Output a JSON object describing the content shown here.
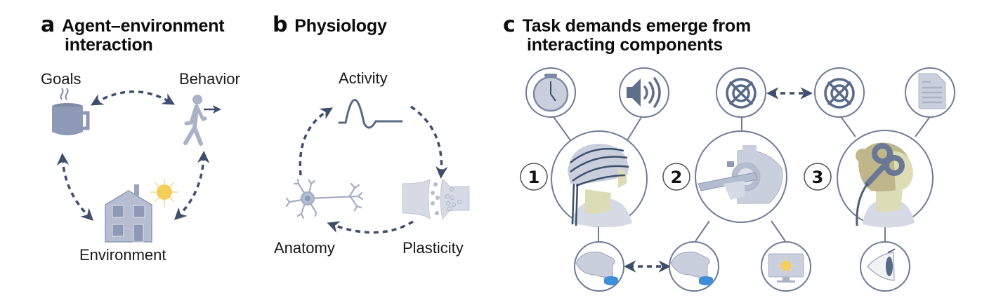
{
  "panels": {
    "a": {
      "letter": "a",
      "title_line1": "Agent–environment",
      "title_line2": "interaction",
      "nodes": {
        "goals": "Goals",
        "behavior": "Behavior",
        "environment": "Environment"
      },
      "icons": [
        "coffee-mug-icon",
        "walking-person-icon",
        "house-icon",
        "sun-icon"
      ]
    },
    "b": {
      "letter": "b",
      "title": "Physiology",
      "nodes": {
        "activity": "Activity",
        "plasticity": "Plasticity",
        "anatomy": "Anatomy"
      },
      "icons": [
        "action-potential-icon",
        "synapse-icon",
        "neuron-icon"
      ]
    },
    "c": {
      "letter": "c",
      "title_line1": "Task demands emerge from",
      "title_line2": "interacting components",
      "setups": [
        {
          "number": "1",
          "modality": "eeg-cap-icon"
        },
        {
          "number": "2",
          "modality": "mri-scanner-icon"
        },
        {
          "number": "3",
          "modality": "tms-coil-icon"
        }
      ],
      "components": [
        "stopwatch-icon",
        "speaker-icon",
        "target-icon",
        "target-icon",
        "document-icon",
        "button-press-icon",
        "button-press-icon",
        "monitor-icon",
        "eye-icon"
      ]
    }
  },
  "colors": {
    "arrow": "#3e4f6b",
    "icon_fill": "#8e9ab5",
    "icon_light": "#c9cfdd",
    "outline": "#6f7c96",
    "sun": "#f3cf5a",
    "skin": "#dcdcb6",
    "button": "#3f8fd6"
  }
}
